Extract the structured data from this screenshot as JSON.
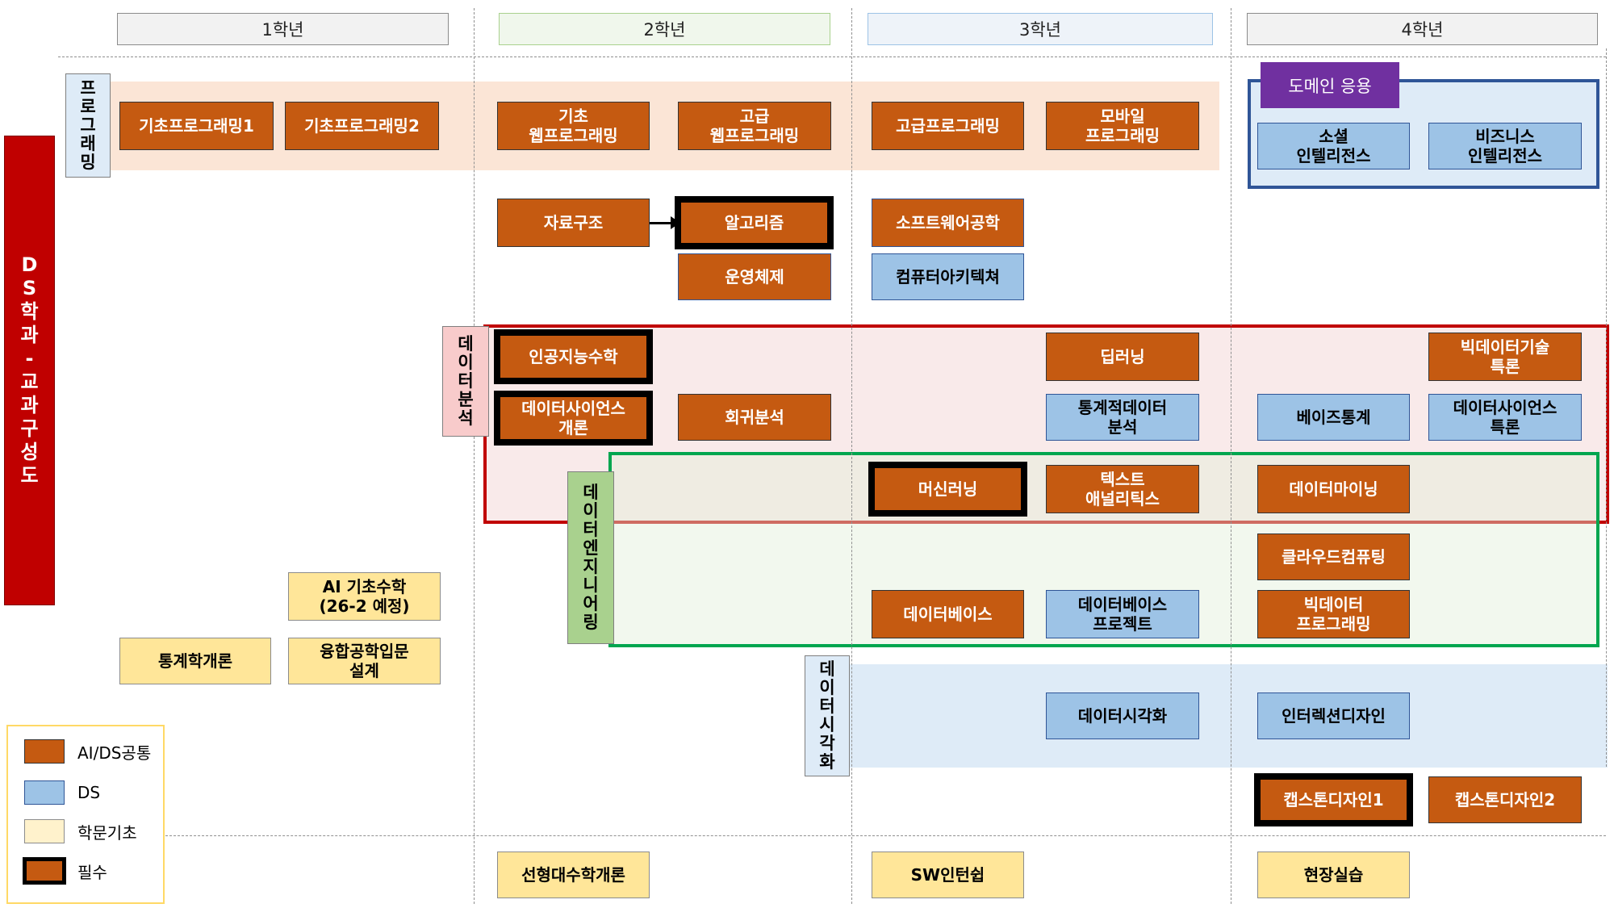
{
  "years": [
    "1학년",
    "2학년",
    "3학년",
    "4학년"
  ],
  "side_title": "D\nS\n학\n과\n-\n교\n과\n구\n성\n도",
  "areas": {
    "programming": "프\n로\n그\n래\n밍",
    "domain": "도메인 응용",
    "analysis": "데\n이\n터\n분\n석",
    "engineering": "데\n이\n터\n엔\n지\n니\n어\n링",
    "visualization": "데\n이\n터\n시\n각\n화"
  },
  "courses": {
    "basic_prog1": "기초프로그래밍1",
    "basic_prog2": "기초프로그래밍2",
    "basic_web": "기초\n웹프로그래밍",
    "adv_web": "고급\n웹프로그래밍",
    "adv_prog": "고급프로그래밍",
    "mobile_prog": "모바일\n프로그래밍",
    "social_intel": "소셜\n인텔리전스",
    "business_intel": "비즈니스\n인텔리전스",
    "data_structure": "자료구조",
    "algorithm": "알고리즘",
    "software_eng": "소프트웨어공학",
    "os": "운영체제",
    "comp_arch": "컴퓨터아키텍쳐",
    "ai_math": "인공지능수학",
    "deep_learning": "딥러닝",
    "bigdata_topics": "빅데이터기술\n특론",
    "ds_intro": "데이터사이언스\n개론",
    "regression": "회귀분석",
    "stat_data_analysis": "통계적데이터\n분석",
    "bayes_stat": "베이즈통계",
    "ds_topics": "데이터사이언스\n특론",
    "machine_learning": "머신러닝",
    "text_analytics": "텍스트\n애널리틱스",
    "data_mining": "데이터마이닝",
    "cloud": "클라우드컴퓨팅",
    "database": "데이터베이스",
    "db_project": "데이터베이스\n프로젝트",
    "bigdata_prog": "빅데이터\n프로그래밍",
    "ai_basic_math": "AI 기초수학\n(26-2 예정)",
    "statistics_intro": "통계학개론",
    "convergence_eng": "융합공학입문\n설계",
    "data_vis": "데이터시각화",
    "interaction_design": "인터렉션디자인",
    "capstone1": "캡스톤디자인1",
    "capstone2": "캡스톤디자인2",
    "linear_algebra": "선형대수학개론",
    "sw_internship": "SW인턴쉽",
    "field_practice": "현장실습"
  },
  "legend": {
    "ai_ds": "AI/DS공통",
    "ds": "DS",
    "basic": "학문기초",
    "required": "필수"
  },
  "colors": {
    "ai_ds_common": "#c55a11",
    "ds": "#9dc3e6",
    "basic": "#ffe699",
    "required_border": "#000000",
    "side_title_bg": "#c00000",
    "domain_label_bg": "#7030a0",
    "analysis_frame": "#c00000",
    "engineering_frame": "#00a64f",
    "domain_frame": "#2f5597"
  }
}
